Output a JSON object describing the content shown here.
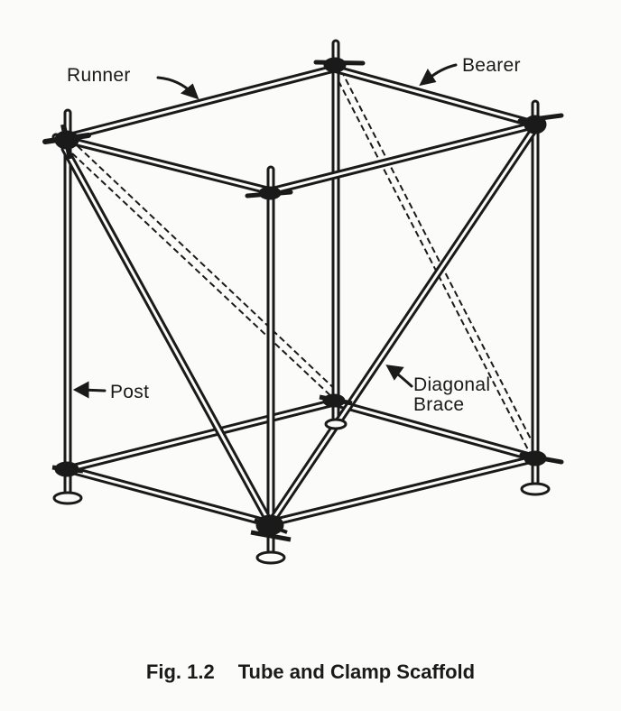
{
  "labels": {
    "runner": "Runner",
    "bearer": "Bearer",
    "post": "Post",
    "diagonal_line1": "Diagonal",
    "diagonal_line2": "Brace"
  },
  "caption": {
    "figure_number": "Fig. 1.2",
    "title": "Tube and Clamp Scaffold"
  },
  "colors": {
    "ink": "#1a1a1a",
    "paper": "#fbfbf9"
  }
}
